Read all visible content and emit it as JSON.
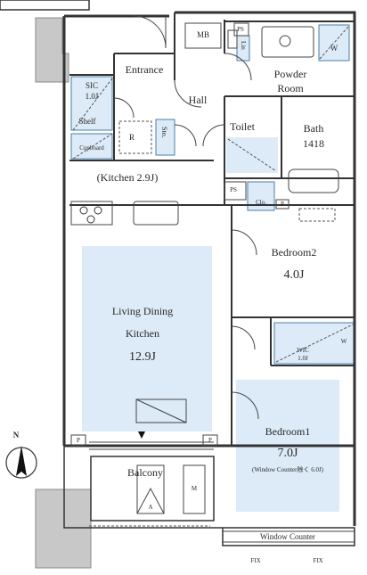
{
  "rooms": {
    "entrance": "Entrance",
    "sic": {
      "name": "SIC",
      "size": "1.0J"
    },
    "shelf": "Shelf",
    "cupboard": "Cupboard",
    "refrigerator": "R",
    "storage": "Sto.",
    "hall": "Hall",
    "mb": "MB",
    "ps_top": "PS",
    "lin": "Lin",
    "washer": "W",
    "powder_room": {
      "line1": "Powder",
      "line2": "Room"
    },
    "toilet": "Toilet",
    "bath": {
      "name": "Bath",
      "size": "1418"
    },
    "ps_mid": "PS",
    "closet": "Clo.",
    "p_mid": "P",
    "kitchen": "(Kitchen 2.9J)",
    "bedroom2": {
      "name": "Bedroom2",
      "size": "4.0J"
    },
    "ldk": {
      "line1": "Living Dining",
      "line2": "Kitchen",
      "size": "12.9J"
    },
    "wic": {
      "name": "WIC",
      "size": "1.0J"
    },
    "wic_mark": "W",
    "bedroom1": {
      "name": "Bedroom1",
      "size": "7.0J",
      "note": "(Window Counter除く 6.0J)"
    },
    "p_left": "P",
    "p_right": "P",
    "balcony": "Balcony",
    "balcony_a": "A",
    "balcony_m": "M",
    "window_counter": "Window Counter",
    "fix_left": "FIX",
    "fix_right": "FIX",
    "north": "N"
  }
}
